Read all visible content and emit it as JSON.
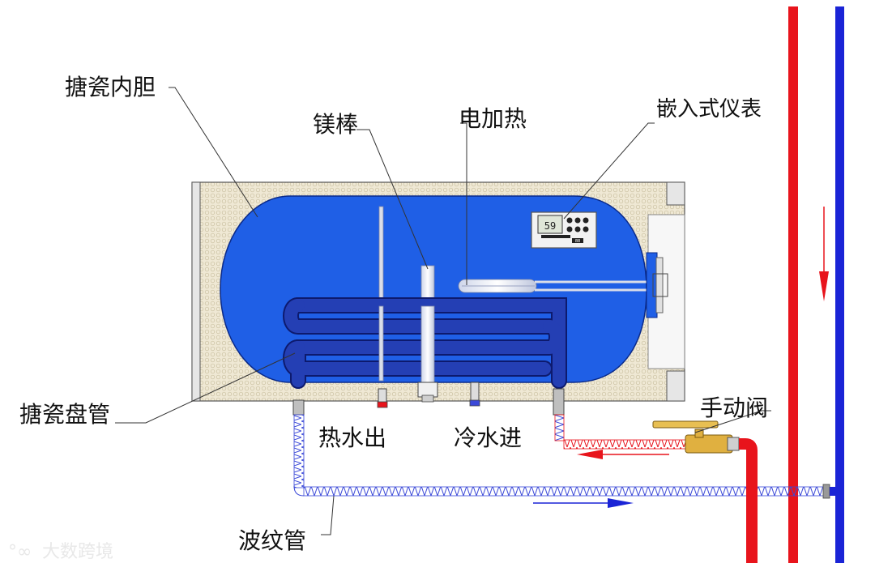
{
  "labels": {
    "enamel_tank": "搪瓷内胆",
    "magnesium_rod": "镁棒",
    "electric_heater": "电加热",
    "embedded_meter": "嵌入式仪表",
    "enamel_coil": "搪瓷盘管",
    "hot_water_out": "热水出",
    "cold_water_in": "冷水进",
    "manual_valve": "手动阀",
    "corrugated_pipe": "波纹管"
  },
  "watermark": {
    "logo": "°∞",
    "text": "大数跨境"
  },
  "meter": {
    "display": "59",
    "sub": "88"
  },
  "colors": {
    "tank_blue": "#1f5fe6",
    "coil_blue": "#1b2f9c",
    "insulation": "#ede6d2",
    "hot_pipe": "#e8141c",
    "cold_pipe": "#1a24d6",
    "valve_brass": "#e0b040"
  }
}
